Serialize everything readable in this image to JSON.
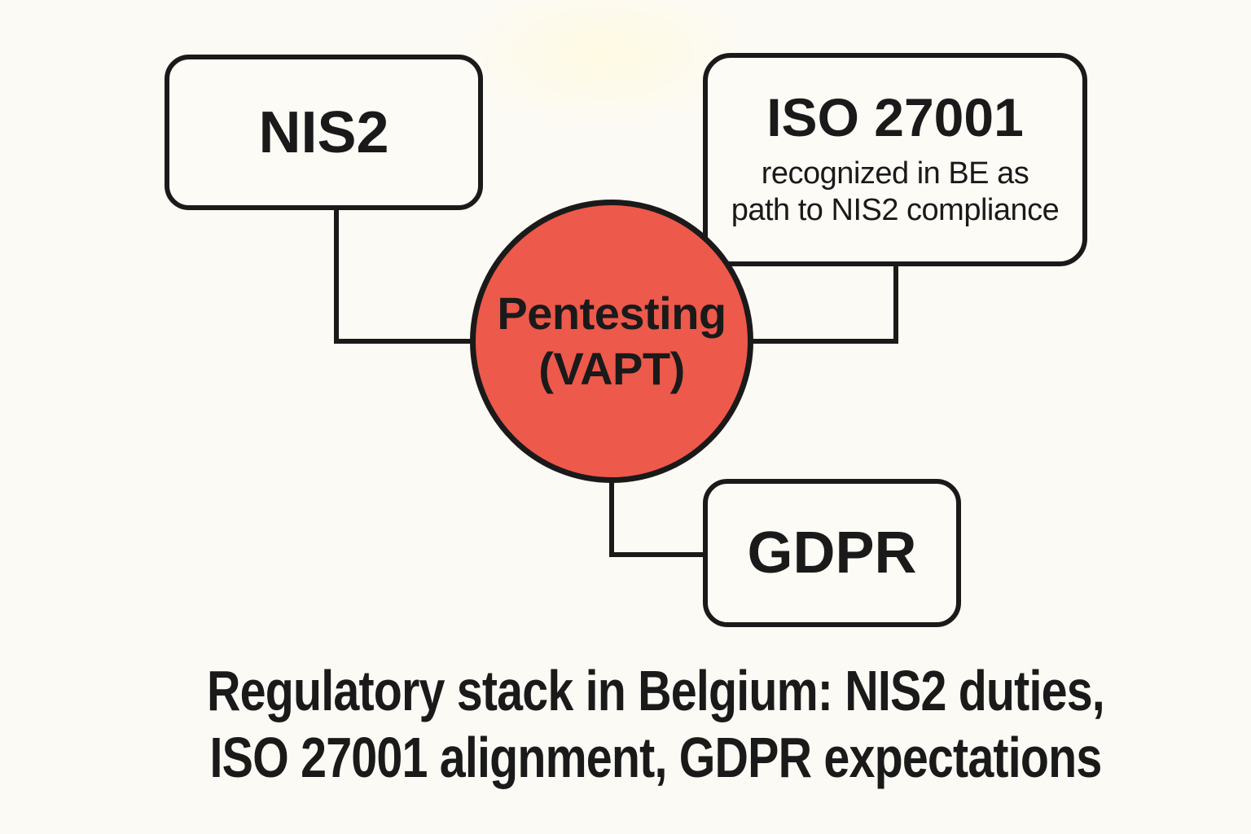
{
  "page": {
    "background_color": "#FCFAF4",
    "ink_color": "#1A1A1A",
    "node_fill_color": "#FDFBF6",
    "accent_color": "#ED594B"
  },
  "diagram": {
    "nodes": {
      "nis2": {
        "label": "NIS2"
      },
      "iso27001": {
        "title": "ISO 27001",
        "subtitle_line1": "recognized in BE as",
        "subtitle_line2": "path to NIS2 compliance"
      },
      "gdpr": {
        "label": "GDPR"
      },
      "pentesting": {
        "label_line1": "Pentesting",
        "label_line2": "(VAPT)"
      }
    },
    "caption": {
      "line1": "Regulatory stack in Belgium: NIS2 duties,",
      "line2": "ISO 27001 alignment, GDPR expectations"
    }
  }
}
